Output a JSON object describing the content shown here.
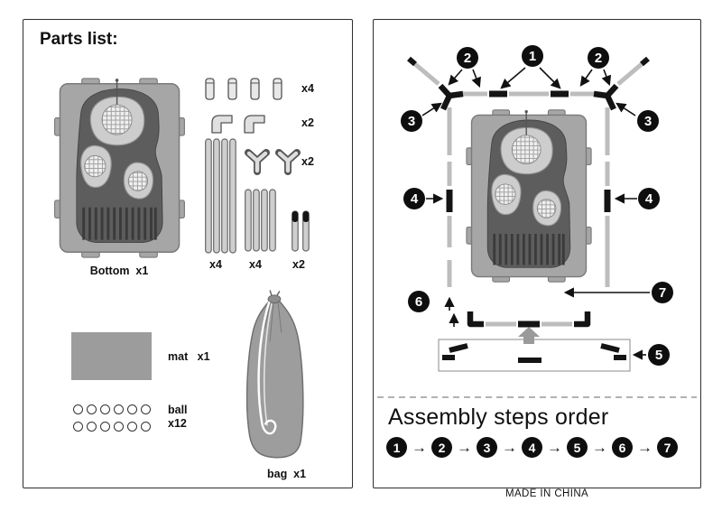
{
  "colors": {
    "frame_pole_gray": "#bdbdbd",
    "connector_black": "#141414",
    "mat_base_gray": "#a6a6a6",
    "mat_turf_dark": "#5d5d5d",
    "hole_light_gray": "#cdcdcd",
    "bag_gray": "#9d9d9d",
    "badge_black": "#0e0e0e"
  },
  "left_panel": {
    "title": "Parts list:",
    "pegs_qty": "x4",
    "elbows_qty": "x2",
    "tees_qty": "x2",
    "bottom_label": "Bottom  x1",
    "long_poles_qty": "x4",
    "mid_poles_qty": "x4",
    "capped_poles_qty": "x2",
    "mat_label": "mat   x1",
    "ball_label": "ball",
    "ball_qty": "x12",
    "bag_label": "bag  x1"
  },
  "right_panel": {
    "callouts": {
      "one": "1",
      "two_left": "2",
      "two_right": "2",
      "three_left": "3",
      "three_right": "3",
      "four_left": "4",
      "four_right": "4",
      "five": "5",
      "six": "6",
      "seven": "7"
    },
    "assembly_heading": "Assembly steps order",
    "steps": [
      "1",
      "2",
      "3",
      "4",
      "5",
      "6",
      "7"
    ],
    "step_arrow": "→",
    "made_in_china": "MADE IN CHINA"
  }
}
